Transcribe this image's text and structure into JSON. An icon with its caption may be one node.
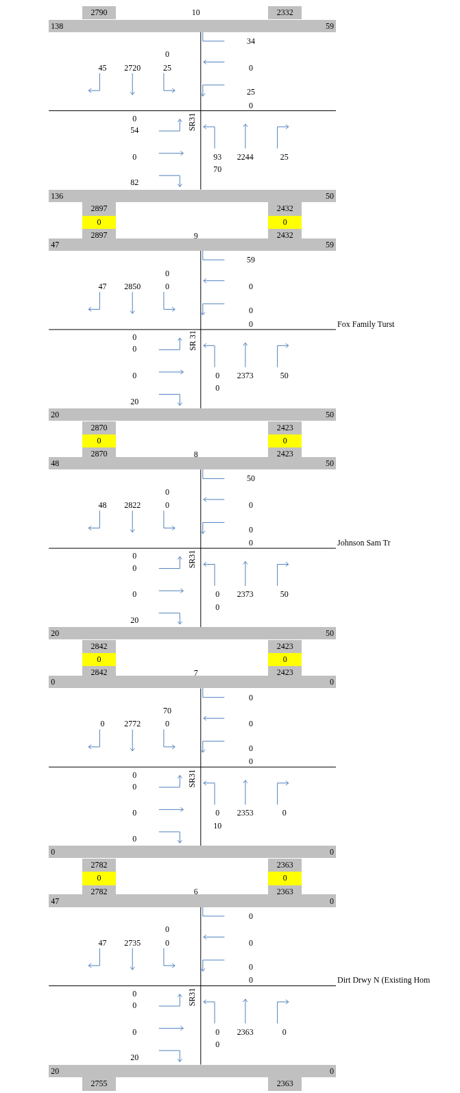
{
  "diagram": {
    "labels": [
      "2790",
      "10",
      "2332",
      "138",
      "59",
      "34",
      "0",
      "45",
      "2720",
      "25",
      "0",
      "25",
      "0",
      "SR31",
      "0",
      "54",
      "0",
      "93",
      "2244",
      "25",
      "70",
      "82",
      "136",
      "50",
      "2897",
      "2432",
      "0",
      "0",
      "2897",
      "9",
      "2432",
      "47",
      "59",
      "59",
      "0",
      "47",
      "2850",
      "0",
      "0",
      "0",
      "0",
      "Fox Family Turst",
      "SR 31",
      "0",
      "0",
      "0",
      "0",
      "2373",
      "50",
      "0",
      "20",
      "20",
      "50",
      "2870",
      "2423",
      "0",
      "0",
      "2870",
      "8",
      "2423",
      "48",
      "50",
      "50",
      "0",
      "48",
      "2822",
      "0",
      "0",
      "0",
      "0",
      "Johnson Sam Tr",
      "SR31",
      "0",
      "0",
      "0",
      "0",
      "2373",
      "50",
      "0",
      "20",
      "20",
      "50",
      "2842",
      "2423",
      "0",
      "0",
      "2842",
      "7",
      "2423",
      "0",
      "0",
      "0",
      "70",
      "0",
      "2772",
      "0",
      "0",
      "0",
      "0",
      "SR31",
      "0",
      "0",
      "0",
      "0",
      "2353",
      "0",
      "10",
      "0",
      "0",
      "0",
      "2782",
      "2363",
      "0",
      "0",
      "2782",
      "6",
      "2363",
      "47",
      "0",
      "0",
      "0",
      "47",
      "2735",
      "0",
      "0",
      "0",
      "0",
      "Dirt Drwy N (Existing Hom",
      "SR31",
      "0",
      "0",
      "0",
      "0",
      "2363",
      "0",
      "0",
      "20",
      "20",
      "0",
      "2755",
      "2363"
    ]
  }
}
